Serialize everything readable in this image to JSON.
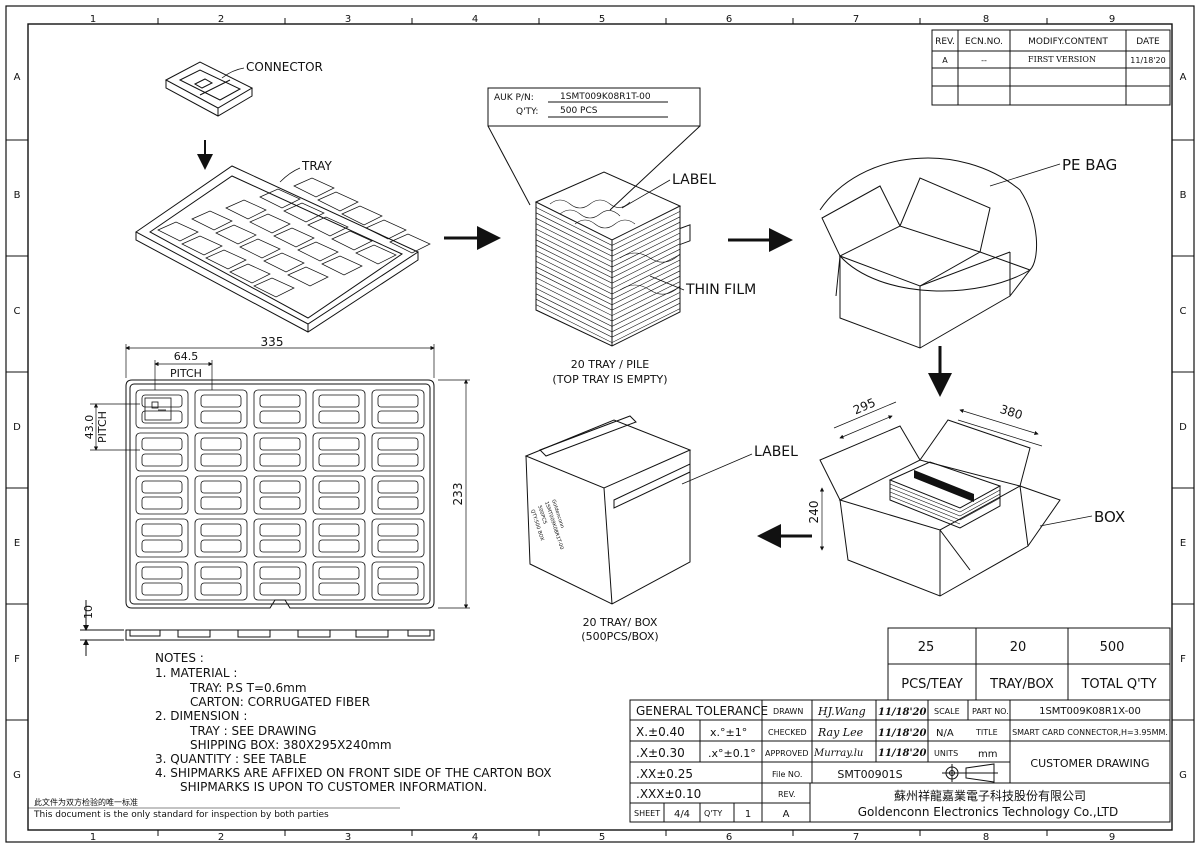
{
  "frame": {
    "cols": [
      "1",
      "2",
      "3",
      "4",
      "5",
      "6",
      "7",
      "8",
      "9"
    ],
    "rows": [
      "A",
      "B",
      "C",
      "D",
      "E",
      "F",
      "G"
    ]
  },
  "revision_table": {
    "headers": [
      "REV.",
      "ECN.NO.",
      "MODIFY.CONTENT",
      "DATE"
    ],
    "rows": [
      [
        "A",
        "--",
        "FIRST VERSION",
        "11/18'20"
      ]
    ]
  },
  "callouts": {
    "connector": "CONNECTOR",
    "tray": "TRAY",
    "label_top": "LABEL",
    "thin_film": "THIN FILM",
    "pe_bag": "PE BAG",
    "label_box": "LABEL",
    "box": "BOX"
  },
  "label_card": {
    "pn_label": "AUK P/N:",
    "pn_value": "1SMT009K08R1T-00",
    "qty_label": "Q'TY:",
    "qty_value": "500 PCS"
  },
  "captions": {
    "pile_line1": "20 TRAY / PILE",
    "pile_line2": "(TOP TRAY IS EMPTY)",
    "box_line1": "20 TRAY/ BOX",
    "box_line2": "(500PCS/BOX)"
  },
  "tray_dims": {
    "width": "335",
    "pitch_x": "64.5",
    "pitch_x_label": "PITCH",
    "pitch_y": "43.0",
    "pitch_y_label": "PITCH",
    "height": "233",
    "thickness": "10"
  },
  "box_dims": {
    "d1": "295",
    "d2": "380",
    "h": "240"
  },
  "box_marking": [
    "Goldenconn",
    "1SMT009K08R1T-00",
    "500PCS",
    "QTY:500 BOX"
  ],
  "notes": {
    "title": "NOTES :",
    "lines": [
      "1. MATERIAL :",
      "TRAY: P.S T=0.6mm",
      "CARTON: CORRUGATED FIBER",
      "2. DIMENSION :",
      "TRAY : SEE DRAWING",
      "SHIPPING BOX: 380X295X240mm",
      "3. QUANTITY : SEE TABLE",
      "4. SHIPMARKS ARE AFFIXED ON FRONT SIDE OF THE CARTON BOX",
      "SHIPMARKS IS UPON TO CUSTOMER INFORMATION."
    ]
  },
  "footer_note": {
    "cn": "此文件为双方检验的唯一标准",
    "en": "This document is the only standard for inspection by both parties"
  },
  "quantity_table": {
    "values": [
      "25",
      "20",
      "500"
    ],
    "labels": [
      "PCS/TEAY",
      "TRAY/BOX",
      "TOTAL Q'TY"
    ]
  },
  "title_block": {
    "general_tolerance": "GENERAL TOLERANCE",
    "tol_rows": [
      [
        "X.±0.40",
        "x.°±1°"
      ],
      [
        ".X±0.30",
        ".x°±0.1°"
      ],
      [
        ".XX±0.25",
        ""
      ],
      [
        ".XXX±0.10",
        ""
      ]
    ],
    "drawn_label": "DRAWN",
    "drawn_by": "HJ.Wang",
    "drawn_date": "11/18'20",
    "checked_label": "CHECKED",
    "checked_by": "Ray Lee",
    "checked_date": "11/18'20",
    "approved_label": "APPROVED",
    "approved_by": "Murray.lu",
    "approved_date": "11/18'20",
    "scale_label": "SCALE",
    "scale_value": "N/A",
    "units_label": "UNITS",
    "units_value": "mm",
    "part_no_label": "PART NO.",
    "part_no": "1SMT009K08R1X-00",
    "title_label": "TITLE",
    "title_value": "SMART CARD CONNECTOR,H=3.95MM.",
    "drawing_type": "CUSTOMER DRAWING",
    "file_no_label": "File NO.",
    "file_no": "SMT00901S",
    "rev_label": "REV.",
    "rev_value": "A",
    "sheet_label": "SHEET",
    "sheet_value": "4/4",
    "qty_label": "Q'TY",
    "qty_value": "1",
    "company_cn": "蘇州祥龍嘉業電子科技股份有限公司",
    "company_en": "Goldenconn Electronics Technology Co.,LTD"
  }
}
